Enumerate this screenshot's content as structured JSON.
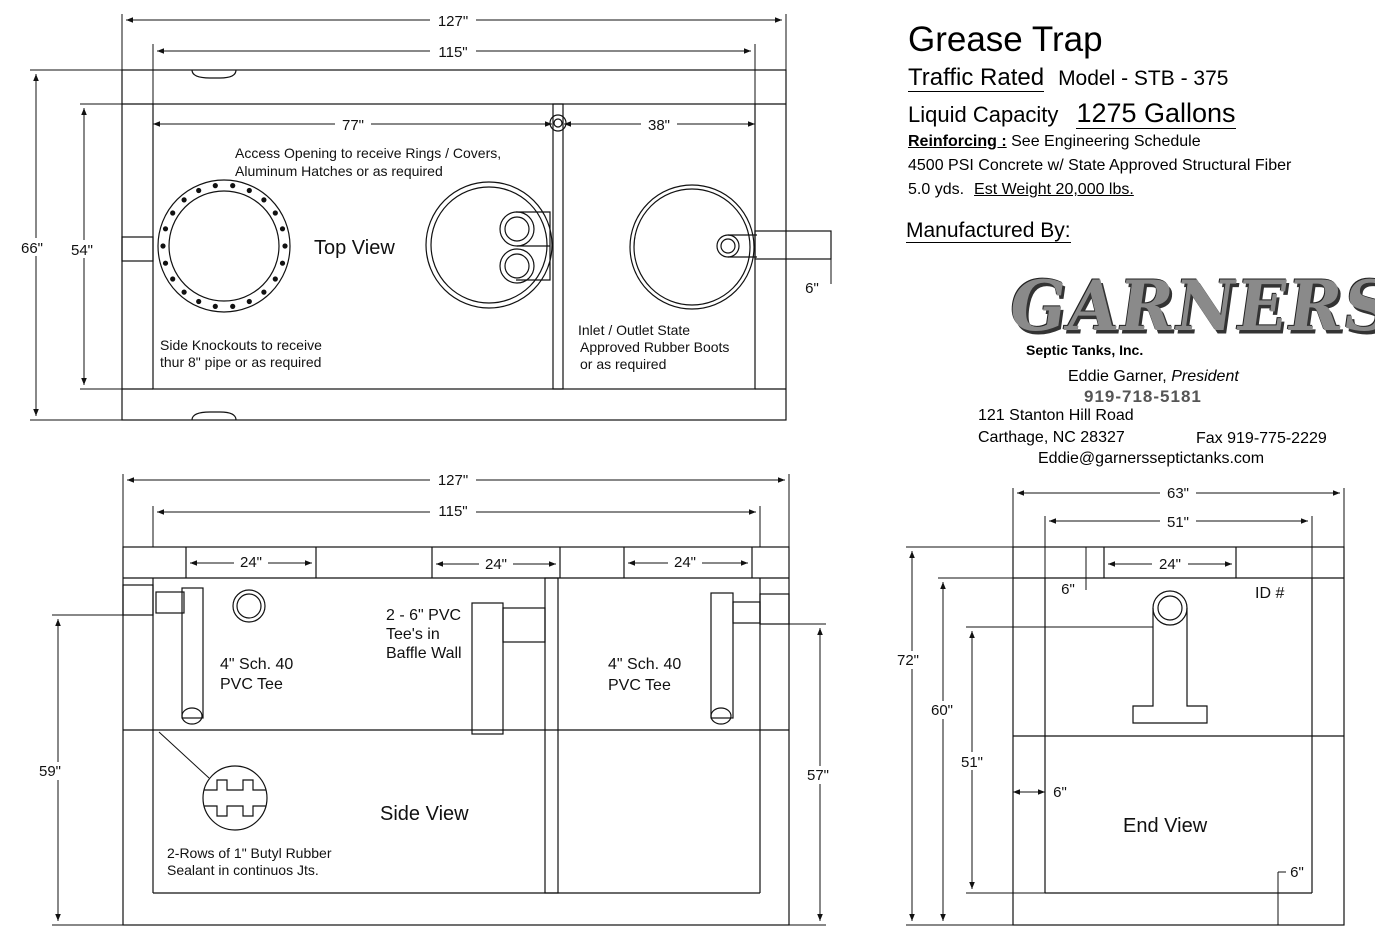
{
  "header": {
    "title": "Grease Trap",
    "traffic": "Traffic Rated",
    "model": "Model - STB - 375",
    "capacity_label": "Liquid Capacity",
    "capacity_value": "1275 Gallons",
    "reinforcing_label": "Reinforcing :",
    "reinforcing_value": "See Engineering Schedule",
    "concrete": "4500 PSI Concrete w/ State Approved Structural Fiber",
    "yards": "5.0 yds.",
    "weight": "Est Weight 20,000 lbs.",
    "manufactured_by": "Manufactured By:"
  },
  "company": {
    "logo_word": "GARNERS",
    "logo_sub": "Septic Tanks, Inc.",
    "president_name": "Eddie Garner,",
    "president_title": "President",
    "phone": "919-718-5181",
    "address1": "121 Stanton Hill Road",
    "address2": "Carthage, NC 28327",
    "fax": "Fax 919-775-2229",
    "email": "Eddie@garnersseptictanks.com"
  },
  "top_view": {
    "label": "Top View",
    "dim_overall": "127\"",
    "dim_inner": "115\"",
    "dim_left": "77\"",
    "dim_right": "38\"",
    "dim_height_outer": "66\"",
    "dim_height_inner": "54\"",
    "dim_pipe": "6\"",
    "note_access_1": "Access Opening to receive Rings / Covers,",
    "note_access_2": "Aluminum Hatches or as required",
    "note_knock_1": "Side Knockouts to receive",
    "note_knock_2": "thur 8\" pipe or as required",
    "note_inlet_1": "Inlet / Outlet State",
    "note_inlet_2": "Approved Rubber Boots",
    "note_inlet_3": "or as required"
  },
  "side_view": {
    "label": "Side View",
    "dim_overall": "127\"",
    "dim_inner": "115\"",
    "dim_open_1": "24\"",
    "dim_open_2": "24\"",
    "dim_open_3": "24\"",
    "dim_left_height": "59\"",
    "dim_right_height": "57\"",
    "tee_left_1": "4\" Sch. 40",
    "tee_left_2": "PVC Tee",
    "baffle_1": "2 - 6\" PVC",
    "baffle_2": "Tee's in",
    "baffle_3": "Baffle Wall",
    "tee_right_1": "4\" Sch. 40",
    "tee_right_2": "PVC Tee",
    "sealant_1": "2-Rows of 1\" Butyl Rubber",
    "sealant_2": "Sealant in continuos Jts."
  },
  "end_view": {
    "label": "End View",
    "dim_overall": "63\"",
    "dim_inner": "51\"",
    "dim_opening": "24\"",
    "dim_top_wall": "6\"",
    "id_label": "ID #",
    "dim_height_outer": "72\"",
    "dim_height_mid": "60\"",
    "dim_height_inner": "51\"",
    "dim_side_wall": "6\"",
    "dim_bottom_wall": "6\""
  }
}
